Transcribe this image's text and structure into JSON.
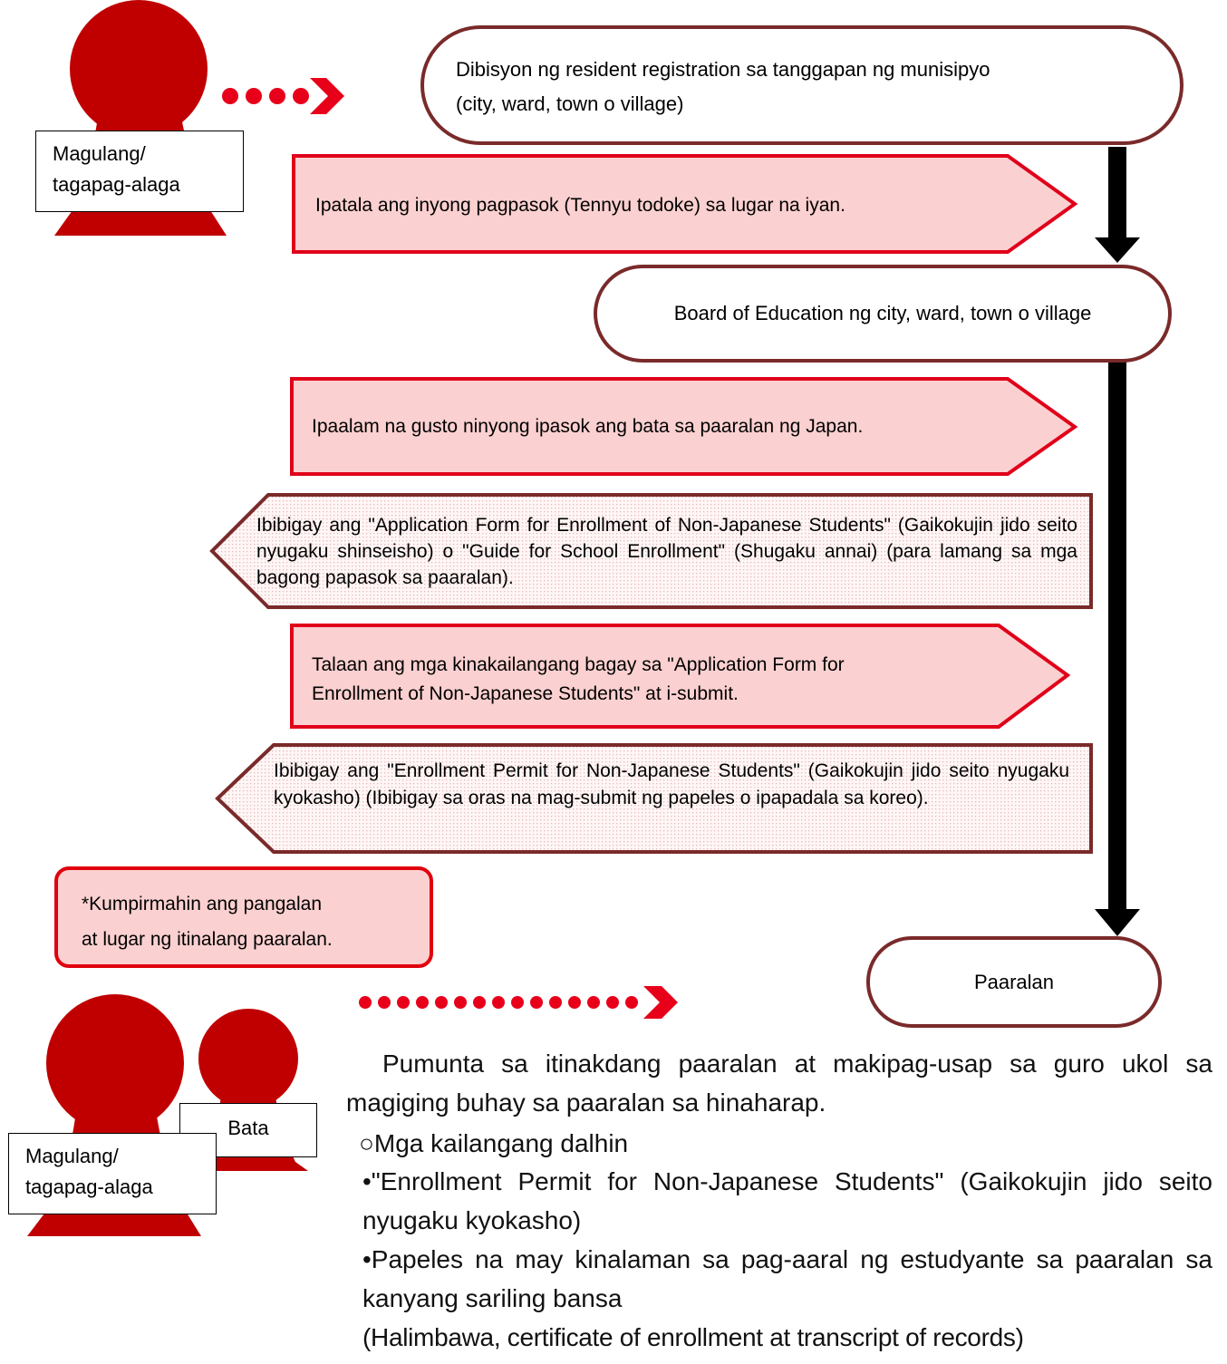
{
  "colors": {
    "figure_red": "#c00000",
    "arrow_red": "#e8001a",
    "panel_pink": "#fbd0d0",
    "node_border": "#7a2a2a"
  },
  "icons": [
    "parent-figure-icon",
    "child-figure-icon",
    "dotted-arrow-icon",
    "down-arrow-icon"
  ],
  "top_figure": {
    "label_line1": "Magulang/",
    "label_line2": "tagapag-alaga"
  },
  "nodes": {
    "municipal_office": {
      "line1": "Dibisyon ng resident registration sa tanggapan ng munisipyo",
      "line2": "(city, ward, town o village)"
    },
    "board_of_education": "Board of Education ng city, ward, town o village",
    "school": "Paaralan"
  },
  "steps": {
    "register_entry": "Ipatala ang inyong pagpasok (Tennyu todoke) sa lugar na iyan.",
    "inform_board": "Ipaalam na gusto ninyong ipasok ang bata sa paaralan ng Japan.",
    "receive_forms": "Ibibigay ang \"Application Form for Enrollment of Non-Japanese Students\" (Gaikokujin jido seito nyugaku shinseisho) o \"Guide for School Enrollment\" (Shugaku annai) (para lamang sa mga bagong papasok sa paaralan).",
    "submit_form": {
      "line1": "Talaan ang mga kinakailangang bagay sa \"Application Form for",
      "line2": "Enrollment of Non-Japanese Students\" at i-submit."
    },
    "receive_permit": "Ibibigay ang \"Enrollment Permit for Non-Japanese Students\" (Gaikokujin jido seito nyugaku kyokasho) (Ibibigay sa oras na mag-submit ng papeles o ipapadala sa koreo)."
  },
  "note": {
    "line1": "*Kumpirmahin ang pangalan",
    "line2": "at lugar ng itinalang paaralan."
  },
  "bottom_figures": {
    "child_label": "Bata",
    "parent_label_line1": "Magulang/",
    "parent_label_line2": "tagapag-alaga"
  },
  "instructions": {
    "intro": "Pumunta sa itinakdang paaralan at makipag-usap sa guro ukol sa magiging buhay sa paaralan sa hinaharap.",
    "heading": "○Mga kailangang dalhin",
    "item1": "•\"Enrollment Permit for Non-Japanese Students\" (Gaikokujin jido seito nyugaku kyokasho)",
    "item2": "•Papeles na may kinalaman sa pag-aaral ng estudyante sa paaralan sa kanyang sariling bansa",
    "example": "(Halimbawa, certificate of enrollment at transcript of records)"
  }
}
